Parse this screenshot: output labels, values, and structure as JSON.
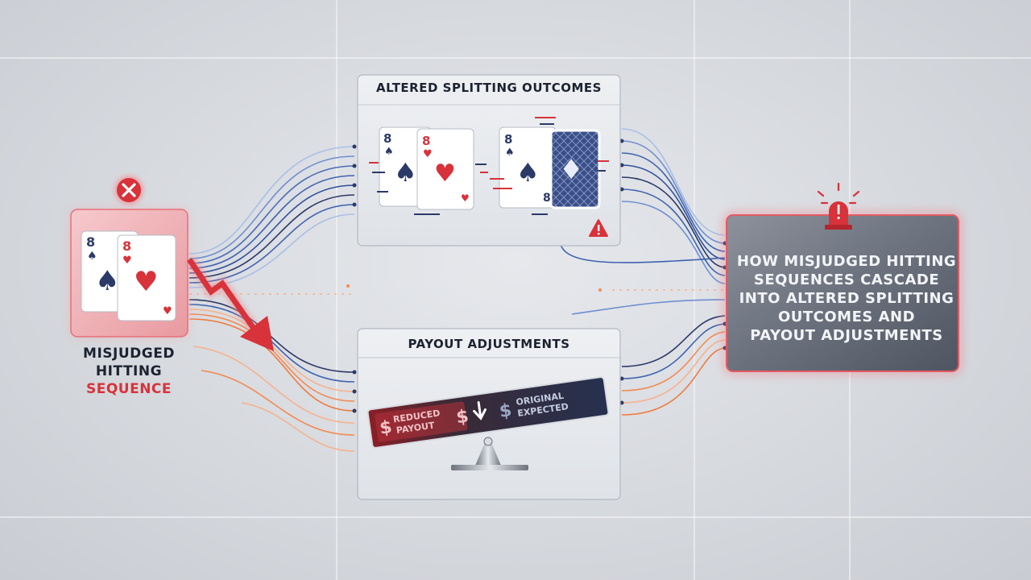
{
  "left_node": {
    "label_line1": "MISJUDGED",
    "label_line2": "HITTING",
    "label_line3": "SEQUENCE",
    "error_icon": "x-circle-icon",
    "cards": [
      {
        "rank": "8",
        "suit": "♠"
      },
      {
        "rank": "8",
        "suit": "♥"
      }
    ]
  },
  "altered_panel": {
    "title": "ALTERED SPLITTING OUTCOMES",
    "warning_icon": "warning-triangle-icon",
    "cards": [
      {
        "rank": "8",
        "suit": "♠"
      },
      {
        "rank": "8",
        "suit": "♥"
      },
      {
        "rank": "8",
        "suit": "♠"
      },
      {
        "rank": "8",
        "suit": "♦"
      }
    ]
  },
  "payout_panel": {
    "title": "PAYOUT ADJUSTMENTS",
    "reduced_line1": "REDUCED",
    "reduced_line2": "PAYOUT",
    "original_line1": "ORIGINAL",
    "original_line2": "EXPECTED",
    "currency": "$",
    "down_arrow_icon": "down-arrow-icon"
  },
  "summary_panel": {
    "line1": "HOW MISJUDGED HITTING",
    "line2": "SEQUENCES CASCADE",
    "line3": "INTO ALTERED SPLITTING",
    "line4": "OUTCOMES AND",
    "line5": "PAYOUT ADJUSTMENTS",
    "alert_icon": "alarm-light-icon"
  },
  "colors": {
    "accent_red": "#d8323a",
    "navy": "#2b3a67",
    "blue_line": "#3f63b0",
    "orange_line": "#f28a52"
  }
}
